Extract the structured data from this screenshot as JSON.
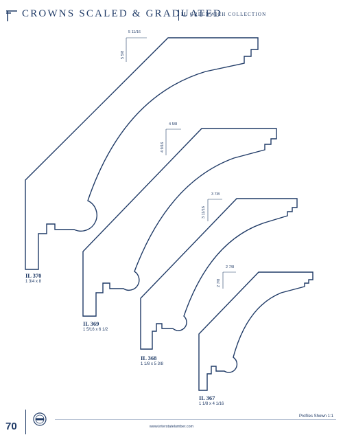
{
  "header": {
    "title": "CROWNS SCALED & GRADUATED",
    "sub_prefix": "IL",
    "sub_text": "GREENWICH COLLECTION"
  },
  "profiles": [
    {
      "code": "IL 370",
      "size": "1 3/4 x 8",
      "dim_h": "5 11/16",
      "dim_v": "5 5/8"
    },
    {
      "code": "IL 369",
      "size": "1 5/16 x 6 1/2",
      "dim_h": "4 5/8",
      "dim_v": "4 9/16"
    },
    {
      "code": "IL 368",
      "size": "1 1/8 x 5 3/8",
      "dim_h": "3 7/8",
      "dim_v": "3 11/16"
    },
    {
      "code": "IL 367",
      "size": "1 1/8 x 4 1/16",
      "dim_h": "2 7/8",
      "dim_v": "2 7/8"
    }
  ],
  "footer": {
    "page_number": "70",
    "url": "www.interstatelumber.com",
    "note": "Profiles Shown 1:1"
  },
  "colors": {
    "ink": "#1f3a66"
  },
  "icons": {
    "header": "ruler-corner-icon",
    "badge": "company-badge-icon"
  }
}
